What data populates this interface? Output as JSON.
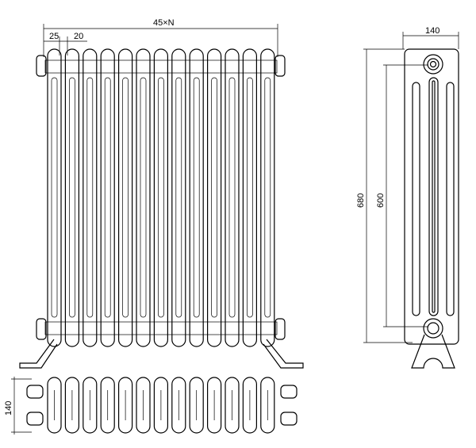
{
  "front_view": {
    "dim_total": "45×N",
    "dim_left": "25",
    "dim_pitch": "20",
    "section_count": 13
  },
  "side_view": {
    "dim_width": "140",
    "dim_height": "680",
    "dim_centres": "600"
  },
  "top_view": {
    "dim_depth": "140"
  }
}
